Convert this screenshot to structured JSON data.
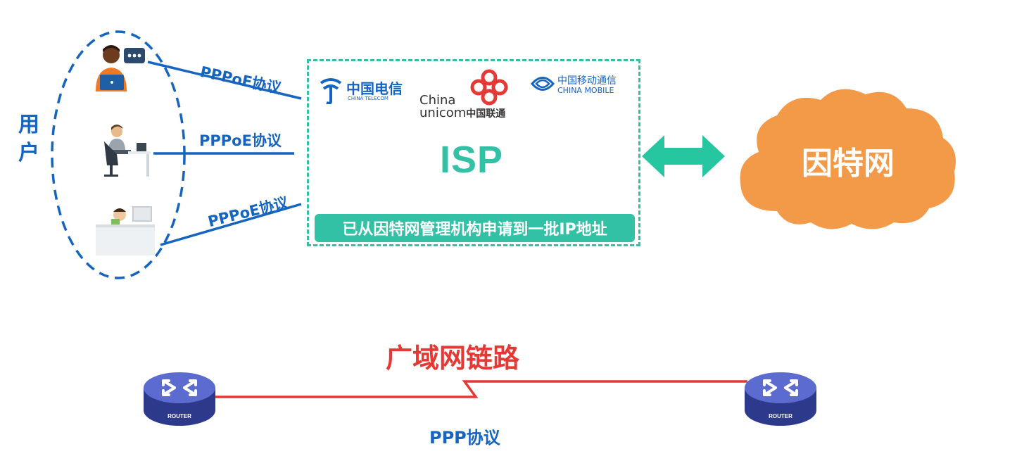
{
  "users_label": "用户",
  "user_links": [
    {
      "protocol": "PPPoE协议"
    },
    {
      "protocol": "PPPoE协议"
    },
    {
      "protocol": "PPPoE协议"
    }
  ],
  "isp": {
    "title": "ISP",
    "note": "已从因特网管理机构申请到一批IP地址",
    "providers": [
      {
        "name_cn": "中国电信",
        "name_en": "CHINA TELECOM",
        "icon": "china-telecom-logo"
      },
      {
        "name_cn": "中国联通",
        "name_en_line1": "China",
        "name_en_line2": "unicom",
        "icon": "china-unicom-logo"
      },
      {
        "name_cn": "中国移动通信",
        "name_en": "CHINA MOBILE",
        "icon": "china-mobile-logo"
      }
    ]
  },
  "internet": {
    "label": "因特网",
    "icon": "cloud-icon"
  },
  "wan": {
    "title": "广域网链路",
    "protocol": "PPP协议",
    "router_label": "ROUTER"
  },
  "colors": {
    "blue": "#1565c0",
    "teal": "#33c1a6",
    "orange": "#f39a49",
    "red": "#e53935",
    "router": "#3f51a5"
  }
}
